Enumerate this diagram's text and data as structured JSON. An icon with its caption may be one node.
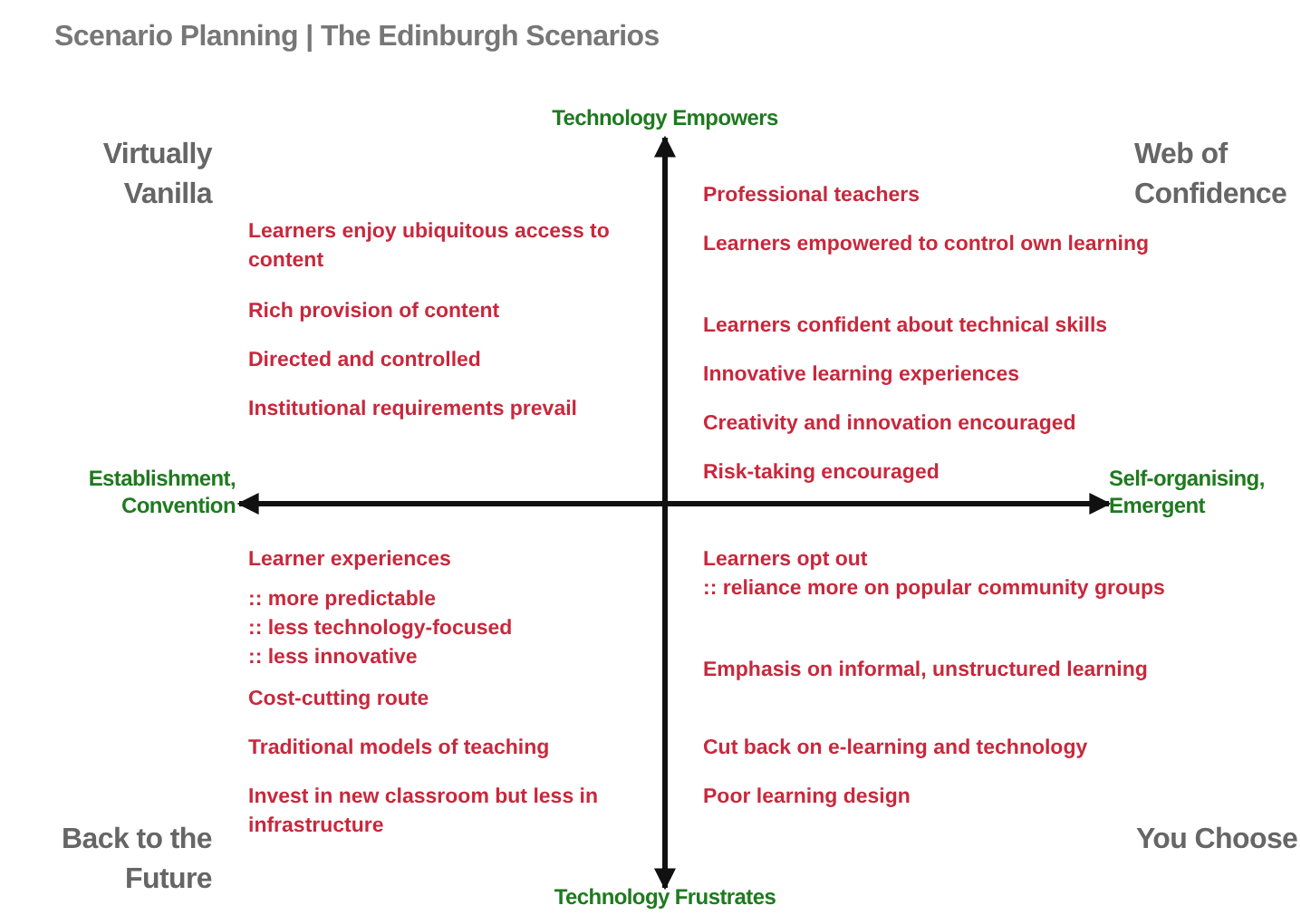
{
  "diagram": {
    "title": "Scenario Planning | The Edinburgh Scenarios",
    "labels": [
      "Technology Empowers",
      "Virtually Vanilla",
      "Web of Confidence",
      "Learners enjoy ubiquitous access to content",
      "Rich provision of content",
      "Directed and controlled",
      "Institutional requirements prevail",
      "Professional teachers",
      "Learners empowered to control own learning",
      "Learners confident about technical skills",
      "Innovative learning experiences",
      "Creativity and innovation encouraged",
      "Risk-taking encouraged",
      "Establishment, Convention",
      "Self-organising, Emergent",
      "Learner experiences",
      ":: more predictable",
      ":: less technology-focused",
      ":: less innovative",
      "Cost-cutting route",
      "Traditional models of teaching",
      "Invest in new classroom but less in infrastructure",
      "Learners opt out",
      ":: reliance more on popular community groups",
      "Emphasis on informal, unstructured learning",
      "Cut back on e-learning and technology",
      "Poor learning design",
      "Back to the Future",
      "You Choose",
      "Technology Frustrates"
    ]
  }
}
